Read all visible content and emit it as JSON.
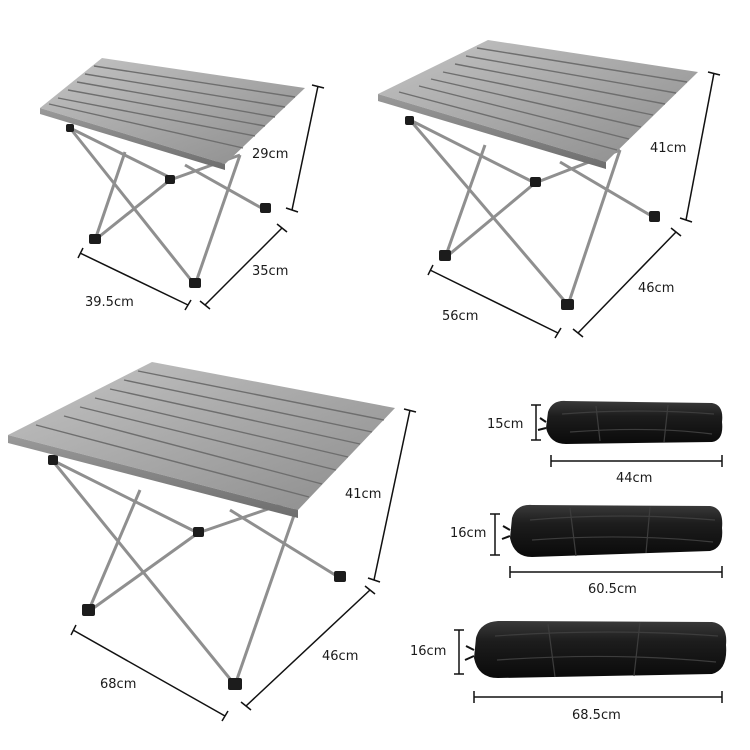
{
  "tables": [
    {
      "height": "29cm",
      "width": "39.5cm",
      "depth": "35cm"
    },
    {
      "height": "41cm",
      "width": "56cm",
      "depth": "46cm"
    },
    {
      "height": "41cm",
      "width": "68cm",
      "depth": "46cm"
    }
  ],
  "bags": [
    {
      "height": "15cm",
      "length": "44cm"
    },
    {
      "height": "16cm",
      "length": "60.5cm"
    },
    {
      "height": "16cm",
      "length": "68.5cm"
    }
  ],
  "colors": {
    "tabletop": "#a9a9a9",
    "slat_line": "#6e6e6e",
    "frame": "#8f8f8f",
    "foot": "#1c1c1c",
    "bag": "#151515",
    "dimension_line": "#111111"
  }
}
